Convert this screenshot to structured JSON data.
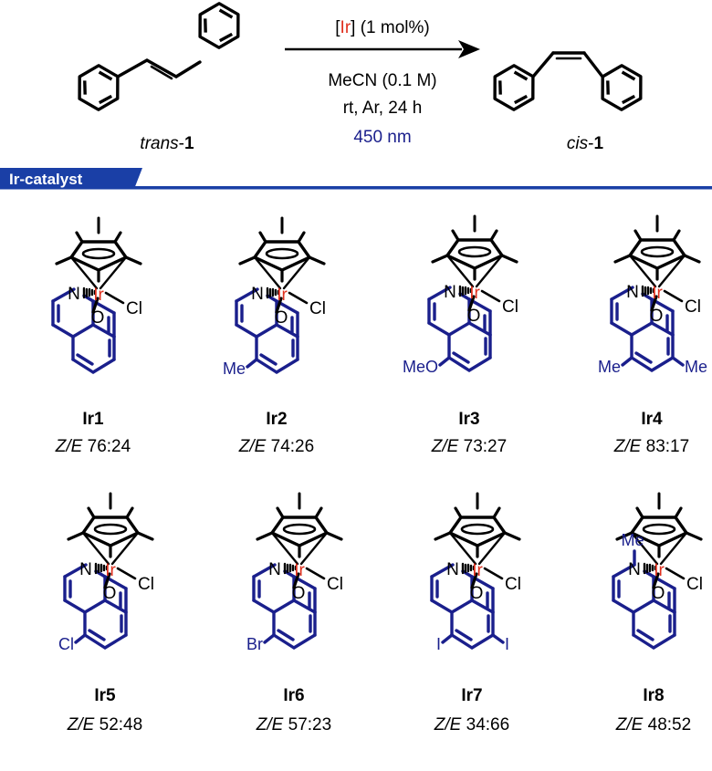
{
  "scheme": {
    "reactant": {
      "label_italic": "trans",
      "label_bold": "1"
    },
    "product": {
      "label_italic": "cis",
      "label_bold": "1"
    },
    "catalyst_loading": {
      "ir": "Ir",
      "rest": "(1 mol%)"
    },
    "conditions": [
      "MeCN (0.1 M)",
      "rt, Ar, 24 h"
    ],
    "light": "450 nm"
  },
  "section_header": "Ir-catalyst",
  "atoms": {
    "iridium": "Ir",
    "chlorine": "Cl",
    "nitrogen": "N",
    "oxygen": "O"
  },
  "ratio_prefix": "Z/E",
  "catalysts": [
    {
      "id": "Ir1",
      "ratio": "76:24",
      "subs": {}
    },
    {
      "id": "Ir2",
      "ratio": "74:26",
      "subs": {
        "c5": "Me"
      }
    },
    {
      "id": "Ir3",
      "ratio": "73:27",
      "subs": {
        "c5": "MeO"
      }
    },
    {
      "id": "Ir4",
      "ratio": "83:17",
      "subs": {
        "c5": "Me",
        "c7": "Me"
      }
    },
    {
      "id": "Ir5",
      "ratio": "52:48",
      "subs": {
        "c5": "Cl"
      }
    },
    {
      "id": "Ir6",
      "ratio": "57:23",
      "subs": {
        "c5": "Br"
      }
    },
    {
      "id": "Ir7",
      "ratio": "34:66",
      "subs": {
        "c5": "I",
        "c7": "I"
      }
    },
    {
      "id": "Ir8",
      "ratio": "48:52",
      "subs": {
        "c2": "Me"
      }
    }
  ],
  "colors": {
    "ligand": "#1a1f8c",
    "iridium": "#e0301e",
    "header": "#1a3fa6",
    "light": "#1a1f8c"
  }
}
